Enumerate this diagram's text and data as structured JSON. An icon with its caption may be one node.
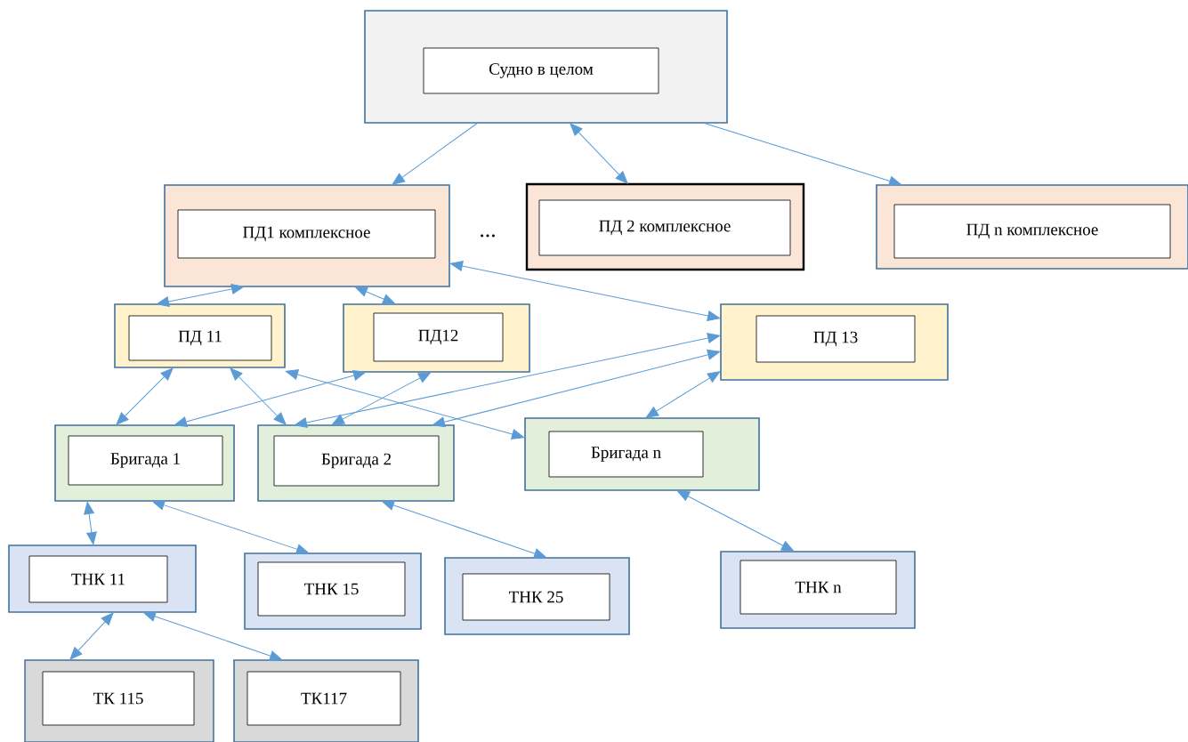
{
  "diagram": {
    "nodes": [
      {
        "text": [
          "Судно в целом"
        ]
      },
      {
        "text": [
          "ПД1 комплексное"
        ]
      },
      {
        "text": [
          "ПД 2 комплексное"
        ]
      },
      {
        "text": [
          "ПД n комплексное"
        ]
      },
      {
        "text": [
          "ПД 11"
        ]
      },
      {
        "text": [
          "ПД12"
        ]
      },
      {
        "text": [
          "ПД 13"
        ]
      },
      {
        "text": [
          "Бригада   1"
        ]
      },
      {
        "text": [
          "Бригада 2"
        ]
      },
      {
        "text": [
          "Бригада n"
        ]
      },
      {
        "text": [
          "ТНК 11"
        ]
      },
      {
        "text": [
          "ТНК 15"
        ]
      },
      {
        "text": [
          "ТНК 25"
        ]
      },
      {
        "text": [
          "ТНК n"
        ]
      },
      {
        "text": [
          "ТК 115"
        ]
      },
      {
        "text": [
          "ТК117"
        ]
      }
    ],
    "edges": [
      {
        "from": 0,
        "to": 1,
        "arrow": "to"
      },
      {
        "from": 0,
        "to": 2,
        "arrow": "both"
      },
      {
        "from": 0,
        "to": 3,
        "arrow": "to"
      },
      {
        "from": 1,
        "to": 4,
        "arrow": "both"
      },
      {
        "from": 1,
        "to": 5,
        "arrow": "both"
      },
      {
        "from": 1,
        "to": 6,
        "arrow": "both"
      },
      {
        "from": 4,
        "to": 7,
        "arrow": "both"
      },
      {
        "from": 4,
        "to": 8,
        "arrow": "both"
      },
      {
        "from": 4,
        "to": 9,
        "arrow": "both"
      },
      {
        "from": 5,
        "to": 7,
        "arrow": "both"
      },
      {
        "from": 5,
        "to": 8,
        "arrow": "both"
      },
      {
        "from": 6,
        "to": 8,
        "arrow": "both"
      },
      {
        "from": 6,
        "to": 8,
        "arrow": "both"
      },
      {
        "from": 6,
        "to": 9,
        "arrow": "both"
      },
      {
        "from": 7,
        "to": 10,
        "arrow": "both"
      },
      {
        "from": 7,
        "to": 11,
        "arrow": "both"
      },
      {
        "from": 8,
        "to": 12,
        "arrow": "both"
      },
      {
        "from": 9,
        "to": 13,
        "arrow": "both"
      },
      {
        "from": 10,
        "to": 14,
        "arrow": "both"
      },
      {
        "from": 10,
        "to": 15,
        "arrow": "both"
      }
    ],
    "labels": [
      "…"
    ]
  }
}
